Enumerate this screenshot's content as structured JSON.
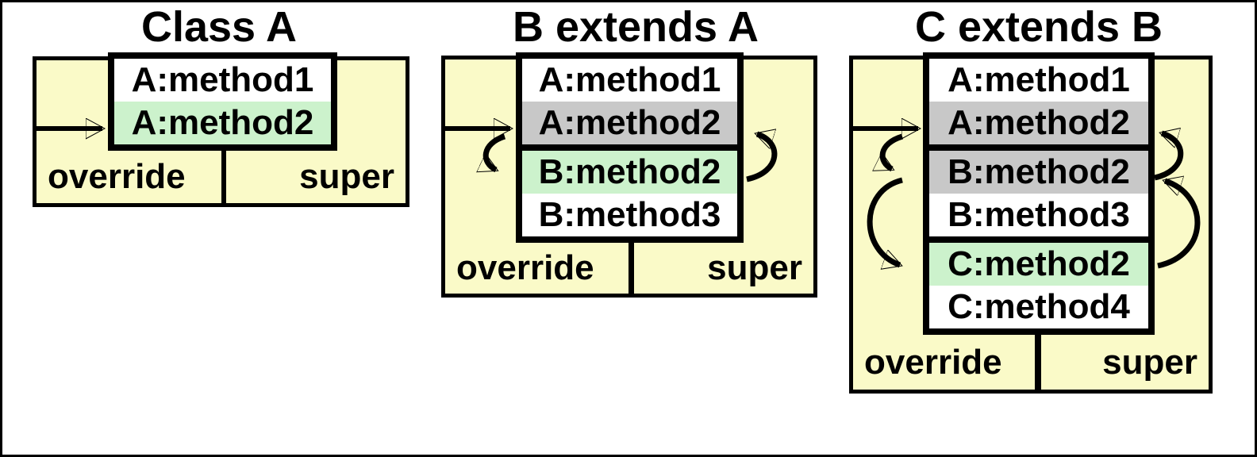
{
  "colors": {
    "panel_bg": "#FAFAC8",
    "row_white": "#FFFFFF",
    "row_gray": "#C8C8C8",
    "row_green": "#CCF2CC",
    "line": "#000000"
  },
  "panels": [
    {
      "title": "Class A",
      "rows": [
        {
          "label": "A:method1",
          "color": "#FFFFFF"
        },
        {
          "label": "A:method2",
          "color": "#CCF2CC"
        }
      ],
      "override_label": "override",
      "super_label": "super",
      "arrows": [
        {
          "type": "entry",
          "to": "A:method2"
        }
      ]
    },
    {
      "title": "B extends A",
      "rows": [
        {
          "label": "A:method1",
          "color": "#FFFFFF"
        },
        {
          "label": "A:method2",
          "color": "#C8C8C8"
        },
        {
          "label": "B:method2",
          "color": "#CCF2CC"
        },
        {
          "label": "B:method3",
          "color": "#FFFFFF"
        }
      ],
      "override_label": "override",
      "super_label": "super",
      "arrows": [
        {
          "type": "entry",
          "to": "A:method2"
        },
        {
          "type": "override",
          "from": "A:method2",
          "to": "B:method2"
        },
        {
          "type": "super",
          "from": "B:method2",
          "to": "A:method2"
        }
      ]
    },
    {
      "title": "C extends B",
      "rows": [
        {
          "label": "A:method1",
          "color": "#FFFFFF"
        },
        {
          "label": "A:method2",
          "color": "#C8C8C8"
        },
        {
          "label": "B:method2",
          "color": "#C8C8C8"
        },
        {
          "label": "B:method3",
          "color": "#FFFFFF"
        },
        {
          "label": "C:method2",
          "color": "#CCF2CC"
        },
        {
          "label": "C:method4",
          "color": "#FFFFFF"
        }
      ],
      "override_label": "override",
      "super_label": "super",
      "arrows": [
        {
          "type": "entry",
          "to": "A:method2"
        },
        {
          "type": "override",
          "from": "A:method2",
          "to": "B:method2"
        },
        {
          "type": "override",
          "from": "B:method2",
          "to": "C:method2"
        },
        {
          "type": "super",
          "from": "B:method2",
          "to": "A:method2"
        },
        {
          "type": "super",
          "from": "C:method2",
          "to": "B:method2"
        }
      ]
    }
  ]
}
